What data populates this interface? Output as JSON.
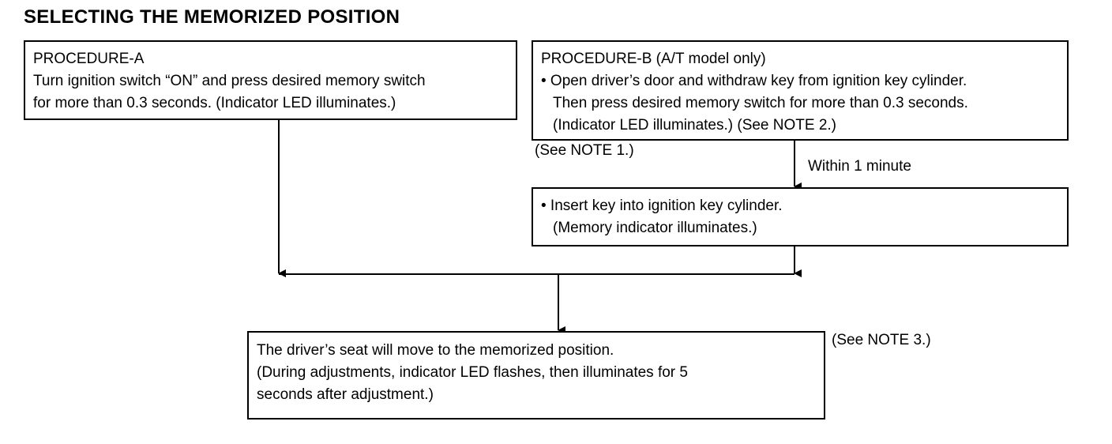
{
  "title": "SELECTING THE MEMORIZED POSITION",
  "procedure_a": {
    "heading": "PROCEDURE-A",
    "lines": [
      "Turn ignition switch “ON” and press desired memory switch",
      "for more than 0.3 seconds. (Indicator LED illuminates.)"
    ]
  },
  "procedure_b": {
    "heading": "PROCEDURE-B (A/T model only)",
    "lines": [
      "• Open driver’s door and withdraw key from ignition key cylinder.",
      "Then press desired memory switch for more than 0.3 seconds.",
      "(Indicator LED illuminates.) (See NOTE 2.)"
    ]
  },
  "note1": "(See NOTE 1.)",
  "within_label": "Within 1 minute",
  "insert_key": {
    "lines": [
      "• Insert key into ignition key cylinder.",
      "(Memory indicator illuminates.)"
    ]
  },
  "result": {
    "lines": [
      "The driver’s seat will move to the memorized position.",
      "(During adjustments, indicator LED flashes, then illuminates for 5",
      "seconds after adjustment.)"
    ]
  },
  "note3": "(See NOTE 3.)"
}
